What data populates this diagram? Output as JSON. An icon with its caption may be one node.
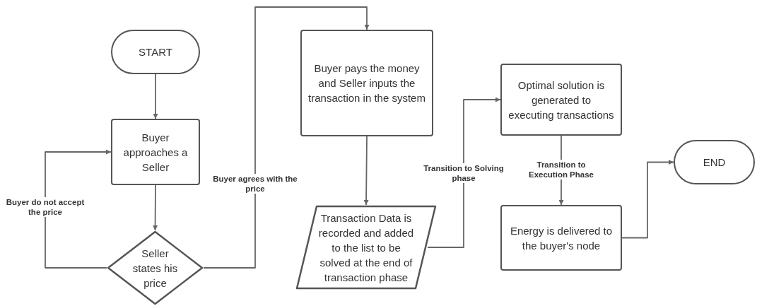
{
  "diagram": {
    "nodes": [
      {
        "text": [
          "START"
        ]
      },
      {
        "text": [
          "Buyer approaches a Seller"
        ]
      },
      {
        "text": [
          "Seller states his price"
        ]
      },
      {
        "text": [
          "Buyer pays the money and Seller inputs the transaction in the system"
        ]
      },
      {
        "text": [
          "Transaction Data is recorded and added to the list to be solved at the end of transaction phase"
        ]
      },
      {
        "text": [
          "Optimal solution is generated to executing transactions"
        ]
      },
      {
        "text": [
          "Energy is delivered to the buyer's node"
        ]
      },
      {
        "text": [
          "END"
        ]
      }
    ],
    "edges": [
      {
        "from": 0,
        "to": 1,
        "arrow": "to"
      },
      {
        "from": 1,
        "to": 2,
        "arrow": "to"
      },
      {
        "from": 2,
        "to": 1,
        "arrow": "to",
        "label": "Buyer do not accept the price"
      },
      {
        "from": 2,
        "to": 3,
        "arrow": "to",
        "label": "Buyer agrees with the price"
      },
      {
        "from": 3,
        "to": 4,
        "arrow": "to"
      },
      {
        "from": 4,
        "to": 5,
        "arrow": "to",
        "label": "Transition to Solving phase"
      },
      {
        "from": 5,
        "to": 6,
        "arrow": "to",
        "label": "Transition to Execution Phase"
      },
      {
        "from": 6,
        "to": 7,
        "arrow": "to"
      }
    ]
  }
}
